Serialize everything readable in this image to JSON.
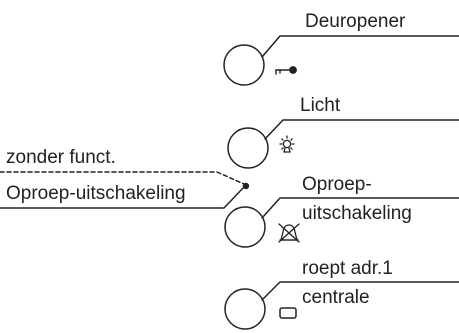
{
  "buttons": [
    {
      "label": "Deuropener",
      "icon": "key-icon"
    },
    {
      "label": "Licht",
      "icon": "light-bulb-icon"
    },
    {
      "label_line1": "Oproep-",
      "label_line2": "uitschakeling",
      "icon": "bell-crossed-icon"
    },
    {
      "label_line1": "roept adr.1",
      "label_line2": "centrale",
      "icon": "display-icon"
    }
  ],
  "left_labels": {
    "top": "zonder funct.",
    "bottom": "Oproep-uitschakeling"
  },
  "colors": {
    "line": "#222222",
    "background": "#ffffff"
  }
}
